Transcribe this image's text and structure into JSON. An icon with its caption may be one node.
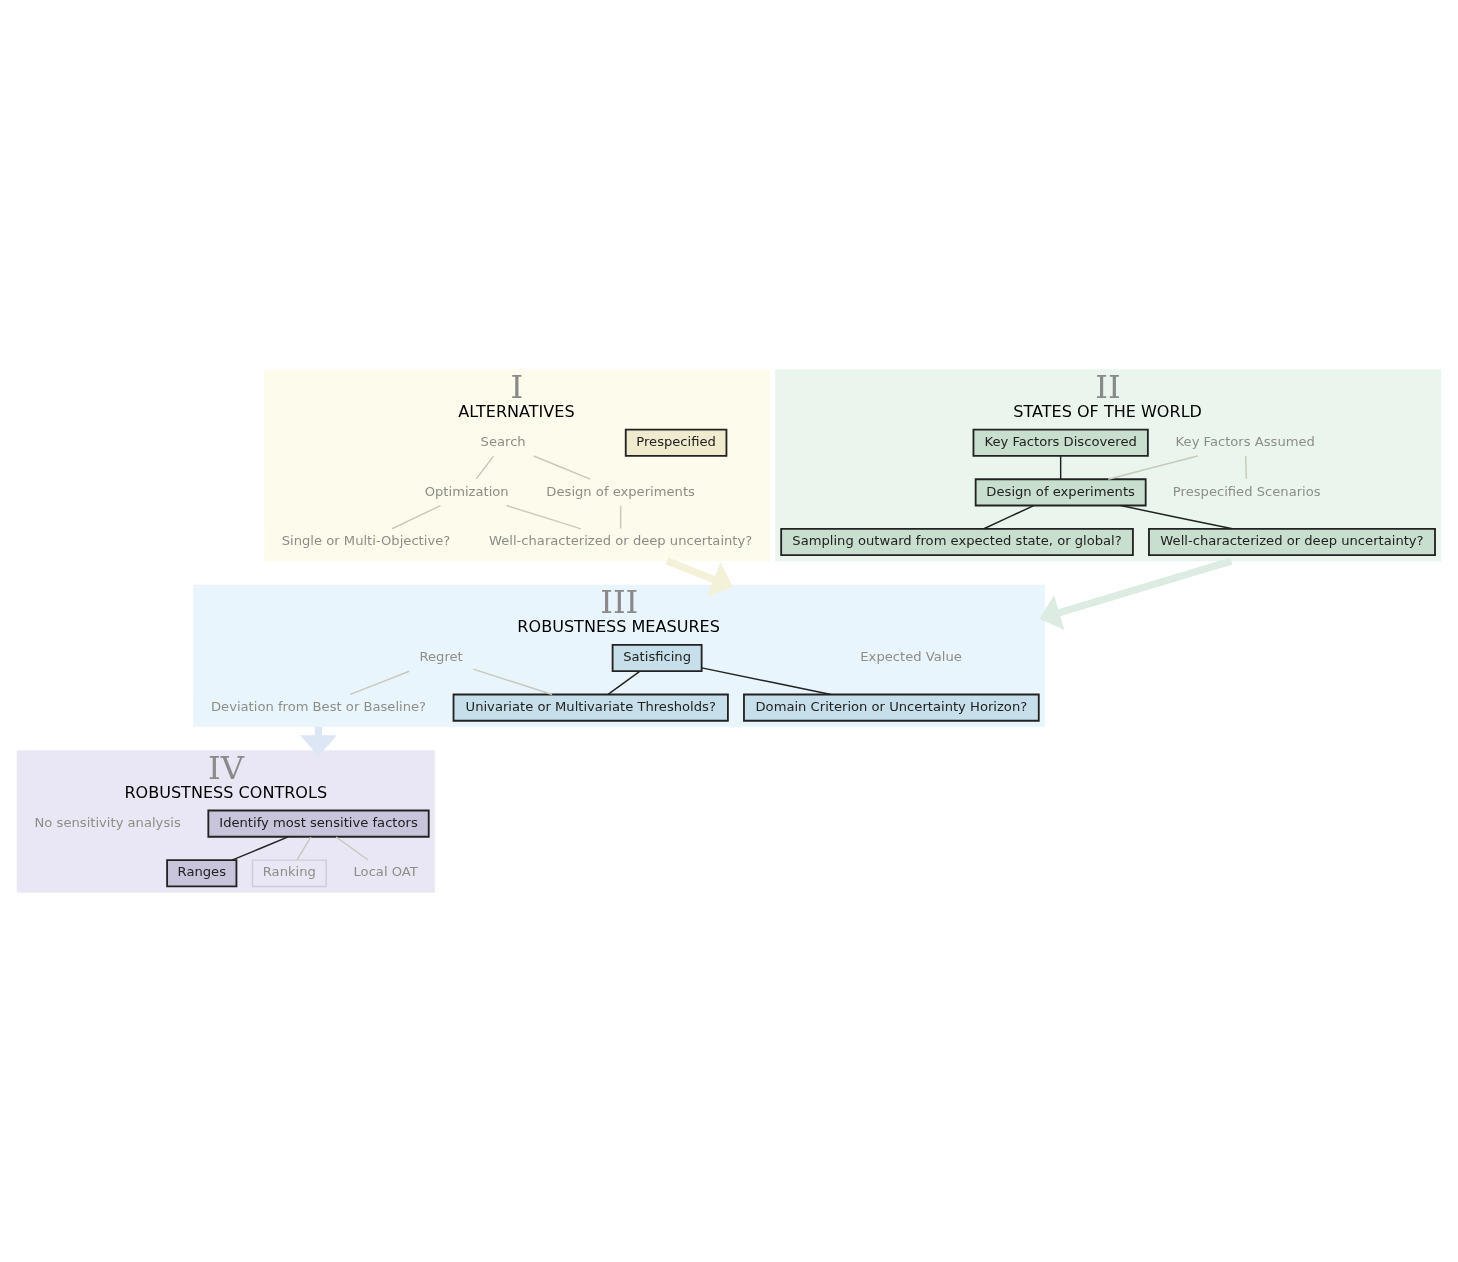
{
  "diagram": {
    "nodes": [
      {
        "text": [
          "I",
          "ALTERNATIVES"
        ]
      },
      {
        "text": [
          "Prespecified"
        ],
        "in": 0
      },
      {
        "text": [
          "Search"
        ],
        "in": 0
      },
      {
        "text": [
          "Optimization"
        ],
        "in": 0
      },
      {
        "text": [
          "Design of experiments"
        ],
        "in": 0
      },
      {
        "text": [
          "Single or Multi-Objective?"
        ],
        "in": 0
      },
      {
        "text": [
          "Well-characterized or deep uncertainty?"
        ],
        "in": 0
      },
      {
        "text": [
          "II",
          "STATES OF THE WORLD"
        ]
      },
      {
        "text": [
          "Key Factors Assumed"
        ],
        "in": 7
      },
      {
        "text": [
          "Key Factors Discovered"
        ],
        "in": 7
      },
      {
        "text": [
          "Prespecified Scenarios"
        ],
        "in": 7
      },
      {
        "text": [
          "Design of experiments"
        ],
        "in": 7
      },
      {
        "text": [
          "Sampling outward from expected state, or global?"
        ],
        "in": 7
      },
      {
        "text": [
          "Well-characterized or deep uncertainty?"
        ],
        "in": 7
      },
      {
        "text": [
          "III",
          "ROBUSTNESS MEASURES"
        ]
      },
      {
        "text": [
          "Expected Value"
        ],
        "in": 14
      },
      {
        "text": [
          "Satisficing"
        ],
        "in": 14
      },
      {
        "text": [
          "Regret"
        ],
        "in": 14
      },
      {
        "text": [
          "Domain Criterion or Uncertainty Horizon?"
        ],
        "in": 14
      },
      {
        "text": [
          "Univariate or Multivariate Thresholds?"
        ],
        "in": 14
      },
      {
        "text": [
          "Deviation from Best or Baseline?"
        ],
        "in": 14
      },
      {
        "text": [
          "IV",
          "ROBUSTNESS CONTROLS"
        ]
      },
      {
        "text": [
          "Identify most sensitive factors"
        ],
        "in": 21
      },
      {
        "text": [
          "No sensitivity analysis"
        ],
        "in": 21
      },
      {
        "text": [
          "Ranges"
        ],
        "in": 21
      },
      {
        "text": [
          "Ranking"
        ],
        "in": 21
      },
      {
        "text": [
          "Local OAT"
        ],
        "in": 21
      }
    ],
    "edges": [
      {
        "from": 2,
        "to": 3,
        "arrow": "none"
      },
      {
        "from": 2,
        "to": 4,
        "arrow": "none"
      },
      {
        "from": 3,
        "to": 5,
        "arrow": "none"
      },
      {
        "from": 3,
        "to": 6,
        "arrow": "none"
      },
      {
        "from": 4,
        "to": 6,
        "arrow": "none"
      },
      {
        "from": 8,
        "to": 10,
        "arrow": "none"
      },
      {
        "from": 8,
        "to": 11,
        "arrow": "none"
      },
      {
        "from": 9,
        "to": 11,
        "arrow": "none",
        "color": "#222222"
      },
      {
        "from": 11,
        "to": 12,
        "arrow": "none",
        "color": "#222222"
      },
      {
        "from": 11,
        "to": 13,
        "arrow": "none",
        "color": "#222222"
      },
      {
        "from": 16,
        "to": 18,
        "arrow": "none",
        "color": "#222222"
      },
      {
        "from": 16,
        "to": 19,
        "arrow": "none",
        "color": "#222222"
      },
      {
        "from": 17,
        "to": 19,
        "arrow": "none"
      },
      {
        "from": 17,
        "to": 20,
        "arrow": "none"
      },
      {
        "from": 22,
        "to": 24,
        "arrow": "none",
        "color": "#222222"
      },
      {
        "from": 22,
        "to": 25,
        "arrow": "none"
      },
      {
        "from": 22,
        "to": 26,
        "arrow": "none"
      },
      {
        "from": 0,
        "to": 14,
        "arrow": "to",
        "style": "thick",
        "color": "#f3f1d8"
      },
      {
        "from": 7,
        "to": 14,
        "arrow": "to",
        "style": "thick",
        "color": "#dcece2"
      },
      {
        "from": 14,
        "to": 21,
        "arrow": "to",
        "style": "thick",
        "color": "#dde6f4"
      }
    ]
  }
}
